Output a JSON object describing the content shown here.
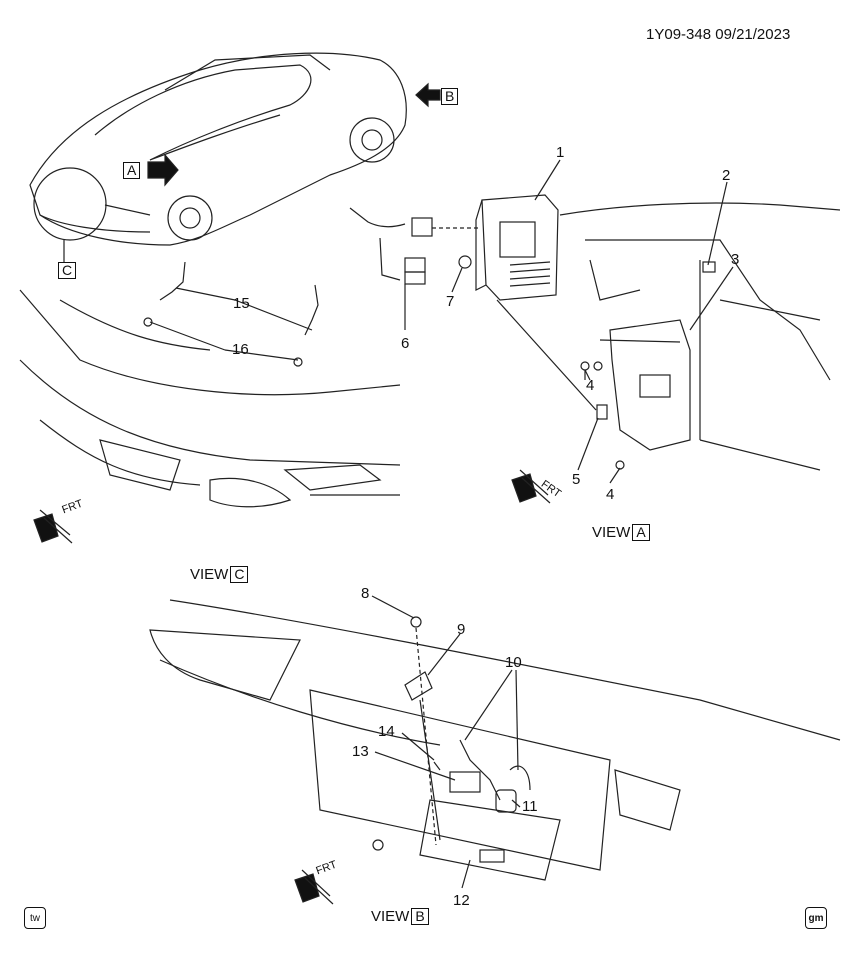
{
  "header": {
    "code": "1Y09-348  09/21/2023"
  },
  "callouts": [
    "1",
    "2",
    "3",
    "4",
    "4",
    "5",
    "6",
    "7",
    "8",
    "9",
    "10",
    "11",
    "12",
    "13",
    "14",
    "15",
    "16"
  ],
  "view_markers": {
    "a": "A",
    "b": "B",
    "c": "C"
  },
  "views": {
    "a_text": "VIEW",
    "a_box": "A",
    "b_text": "VIEW",
    "b_box": "B",
    "c_text": "VIEW",
    "c_box": "C"
  },
  "front_labels": [
    "FRT",
    "FRT",
    "FRT"
  ],
  "corners": {
    "left": "tw",
    "right": "gm"
  }
}
